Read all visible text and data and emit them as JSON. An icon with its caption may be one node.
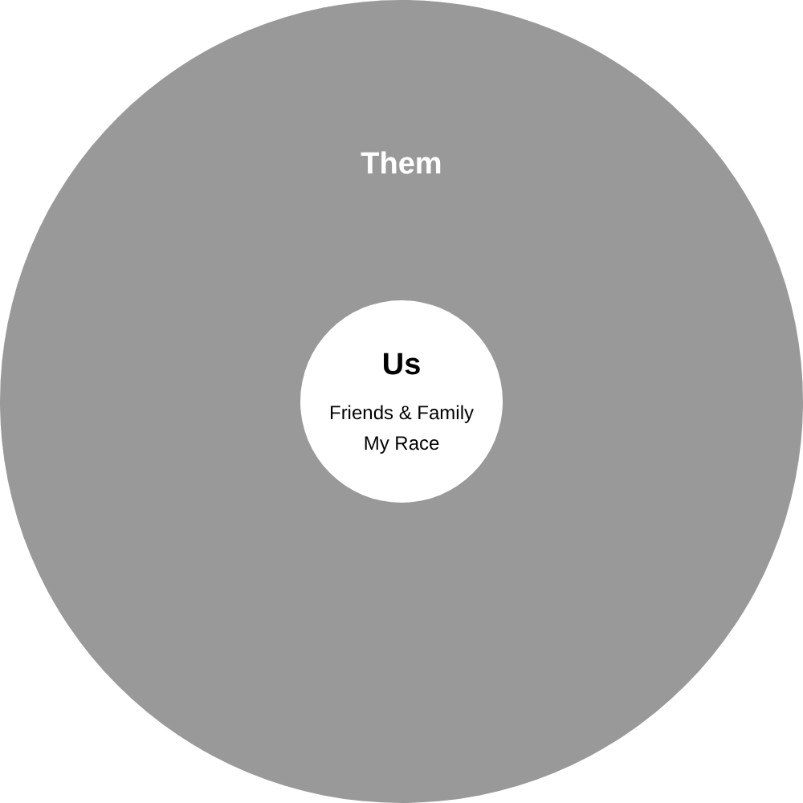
{
  "diagram": {
    "nodes": [
      {
        "text": [
          "Them"
        ]
      },
      {
        "text": [
          "Us",
          "Friends & Family",
          "My Race"
        ],
        "in": 0
      }
    ]
  }
}
